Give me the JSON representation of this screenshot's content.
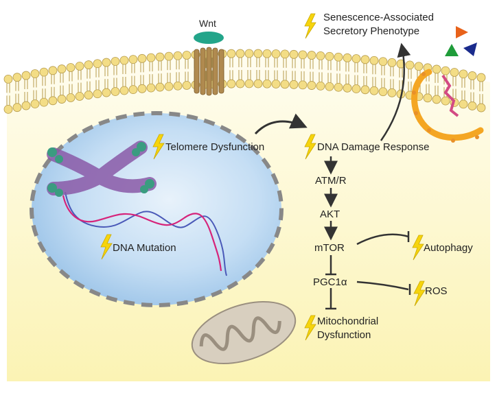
{
  "labels": {
    "wnt": "Wnt",
    "sasp_line1": "Senescence-Associated",
    "sasp_line2": "Secretory Phenotype",
    "telomere": "Telomere Dysfunction",
    "dna_mutation": "DNA Mutation",
    "ddr": "DNA Damage Response",
    "atm": "ATM/R",
    "akt": "AKT",
    "mtor": "mTOR",
    "pgc": "PGC1α",
    "autophagy": "Autophagy",
    "ros": "ROS",
    "mito_line1": "Mitochondrial",
    "mito_line2": "Dysfunction"
  },
  "colors": {
    "background_top": "#ffffff",
    "background_bottom": "#fbf3b4",
    "lipid_head": "#f3dd86",
    "nucleus": "#b3d3ef",
    "chromosome": "#8a5aa8",
    "telomere_cap": "#3a9c80",
    "dna_strand_a": "#d6237a",
    "dna_strand_b": "#4a59b8",
    "receptor": "#b08a4f",
    "wnt": "#23a58a",
    "lightning": "#f6d40d",
    "mitochondrion": "#d8cfbf",
    "autophagosome": "#f4a623",
    "arrow": "#333333"
  },
  "icons": [
    "lightning-icon",
    "orange-triangle-icon",
    "green-triangle-icon",
    "navy-triangle-icon"
  ]
}
